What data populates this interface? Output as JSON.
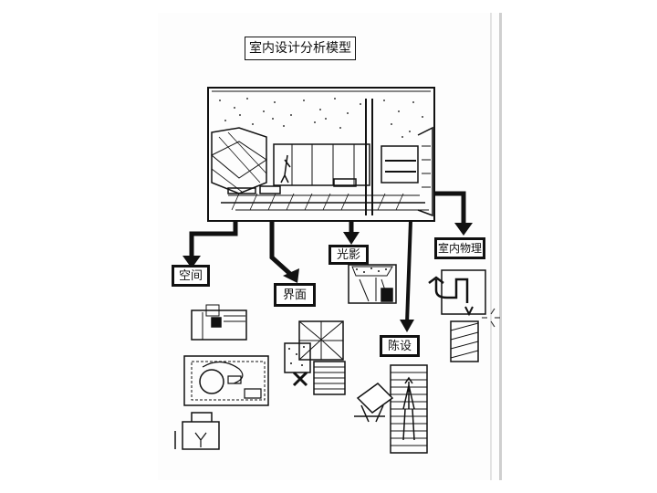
{
  "title": "室内设计分析模型",
  "nodes": {
    "space": "空间",
    "interface": "界面",
    "light": "光影",
    "furnishing": "陈设",
    "physics": "室内物理"
  },
  "colors": {
    "ink": "#111111",
    "paper": "#fdfdfd"
  }
}
